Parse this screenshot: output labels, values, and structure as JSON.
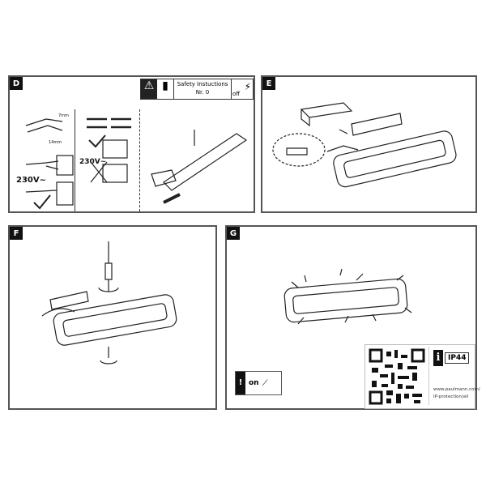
{
  "panels": {
    "d": {
      "label": "D",
      "safety_title": "Safety Instuctions",
      "safety_nr": "Nr. 0",
      "off": "off",
      "strip_7": "7mm",
      "strip_14": "14mm",
      "voltage_1": "230V~",
      "voltage_2": "230V~"
    },
    "e": {
      "label": "E"
    },
    "f": {
      "label": "F"
    },
    "g": {
      "label": "G",
      "on": "on",
      "ip_rating": "IP44",
      "url_1": "www.paulmann.com/",
      "url_2": "IP-protection/all"
    }
  }
}
